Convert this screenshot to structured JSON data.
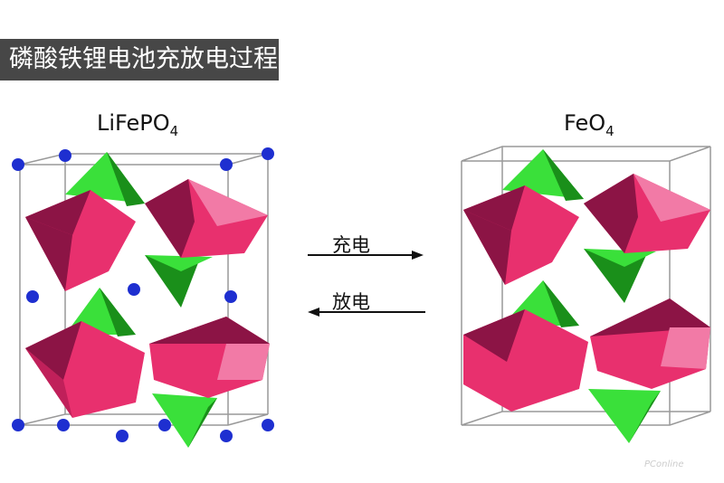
{
  "title": "磷酸铁锂电池充放电过程",
  "left_structure": {
    "formula_main": "LiFePO",
    "formula_sub": "4"
  },
  "right_structure": {
    "formula_main": "FeO",
    "formula_sub": "4"
  },
  "arrows": {
    "charge_label": "充电",
    "discharge_label": "放电"
  },
  "watermark": "PConline",
  "colors": {
    "octahedron": "#e8306e",
    "octahedron_dark": "#8c1445",
    "octahedron_light": "#f27aa6",
    "tetrahedron": "#3ae03a",
    "tetrahedron_dark": "#1a8f1a",
    "lithium": "#1e2fd0",
    "title_bg": "#474747"
  }
}
